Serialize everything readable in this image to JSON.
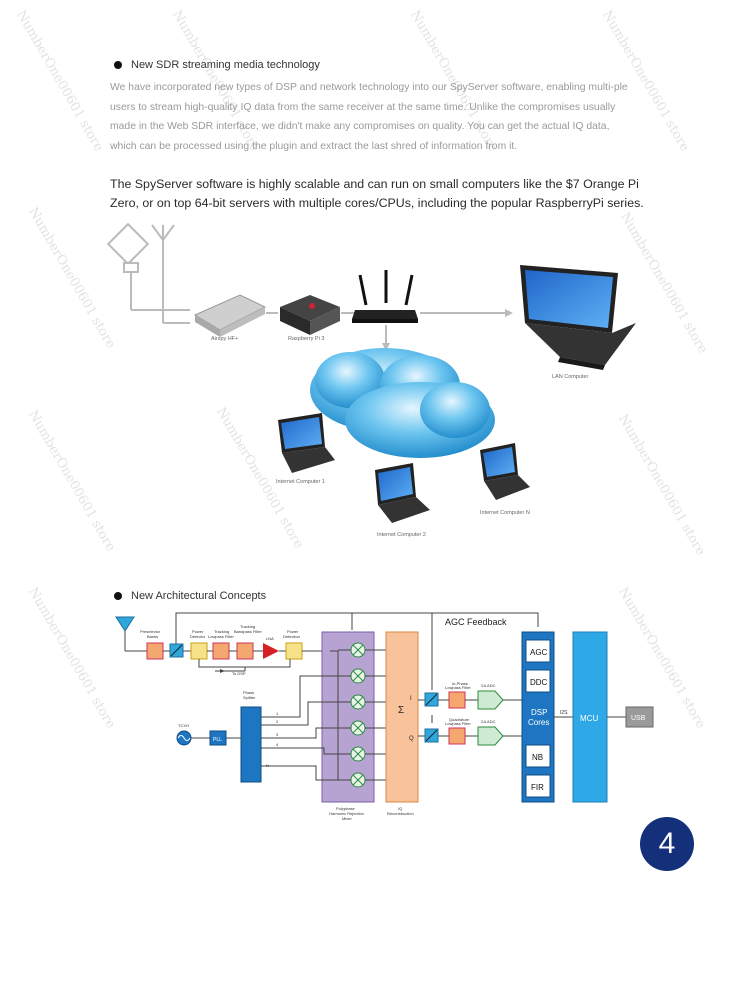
{
  "section1": {
    "heading": "New SDR streaming media technology"
  },
  "paragraph_gray": "We have incorporated new types of DSP and network technology into our SpyServer software, enabling multi-ple users to stream high-quality IQ data from the same receiver at the same time. Unlike the compromises usually made in the Web SDR interface, we didn't make any compromises on quality. You can get the actual IQ data, which can be processed using the plugin and extract the last shred of information from it.",
  "paragraph_dark": "The SpyServer software is highly scalable and can run on small computers like the $7 Orange Pi Zero, or on top 64-bit servers with multiple cores/CPUs, including the popular RaspberryPi series.",
  "network": {
    "airspy": "Airspy HF+",
    "rpi": "Raspberry Pi 3",
    "lan": "LAN Computer",
    "internet1": "Internet Computer 1",
    "internet2": "Internet Computer 2",
    "internetN": "Internet Computer N"
  },
  "section2": {
    "heading": "New Architectural Concepts"
  },
  "block": {
    "agc_feedback": "AGC Feedback",
    "preselector": "Preselector",
    "preselector2": "Banks",
    "power_det": "Power",
    "power_det2": "Detector",
    "tracking": "Tracking",
    "tracking2": "Lowpass Filter",
    "tracking_b": "Tracking",
    "tracking_b2": "Bandpass Filter",
    "lna": "LNA",
    "power_det_b": "Power",
    "power_det_b2": "Detection",
    "to_dsp": "To DSP",
    "phase_splitter": "Phase",
    "phase_splitter2": "Splitter",
    "tcxo": "TCXO",
    "pll": "PLL",
    "sigma": "Σ",
    "i_label": "I",
    "q_label": "Q",
    "iphase": "In-Phase",
    "iphase2": "Lowpass Filter",
    "quad": "Quadrature",
    "quad2": "Lowpass Filter",
    "adc": "ΣΔ ADC",
    "mixer1": "Polyphase",
    "mixer2": "Harmonic Rejection",
    "mixer3": "Mixer",
    "iq1": "IQ",
    "iq2": "Reconstruction",
    "agc": "AGC",
    "ddc": "DDC",
    "dsp1": "DSP",
    "dsp2": "Cores",
    "nb": "NB",
    "fir": "FIR",
    "i2s": "I2S",
    "mcu": "MCU",
    "usb": "USB",
    "n_label": "N",
    "p1": "1",
    "p2": "2",
    "p3": "3",
    "p4": "4"
  },
  "page_number": "4",
  "watermark": "NumberOne00601 store"
}
